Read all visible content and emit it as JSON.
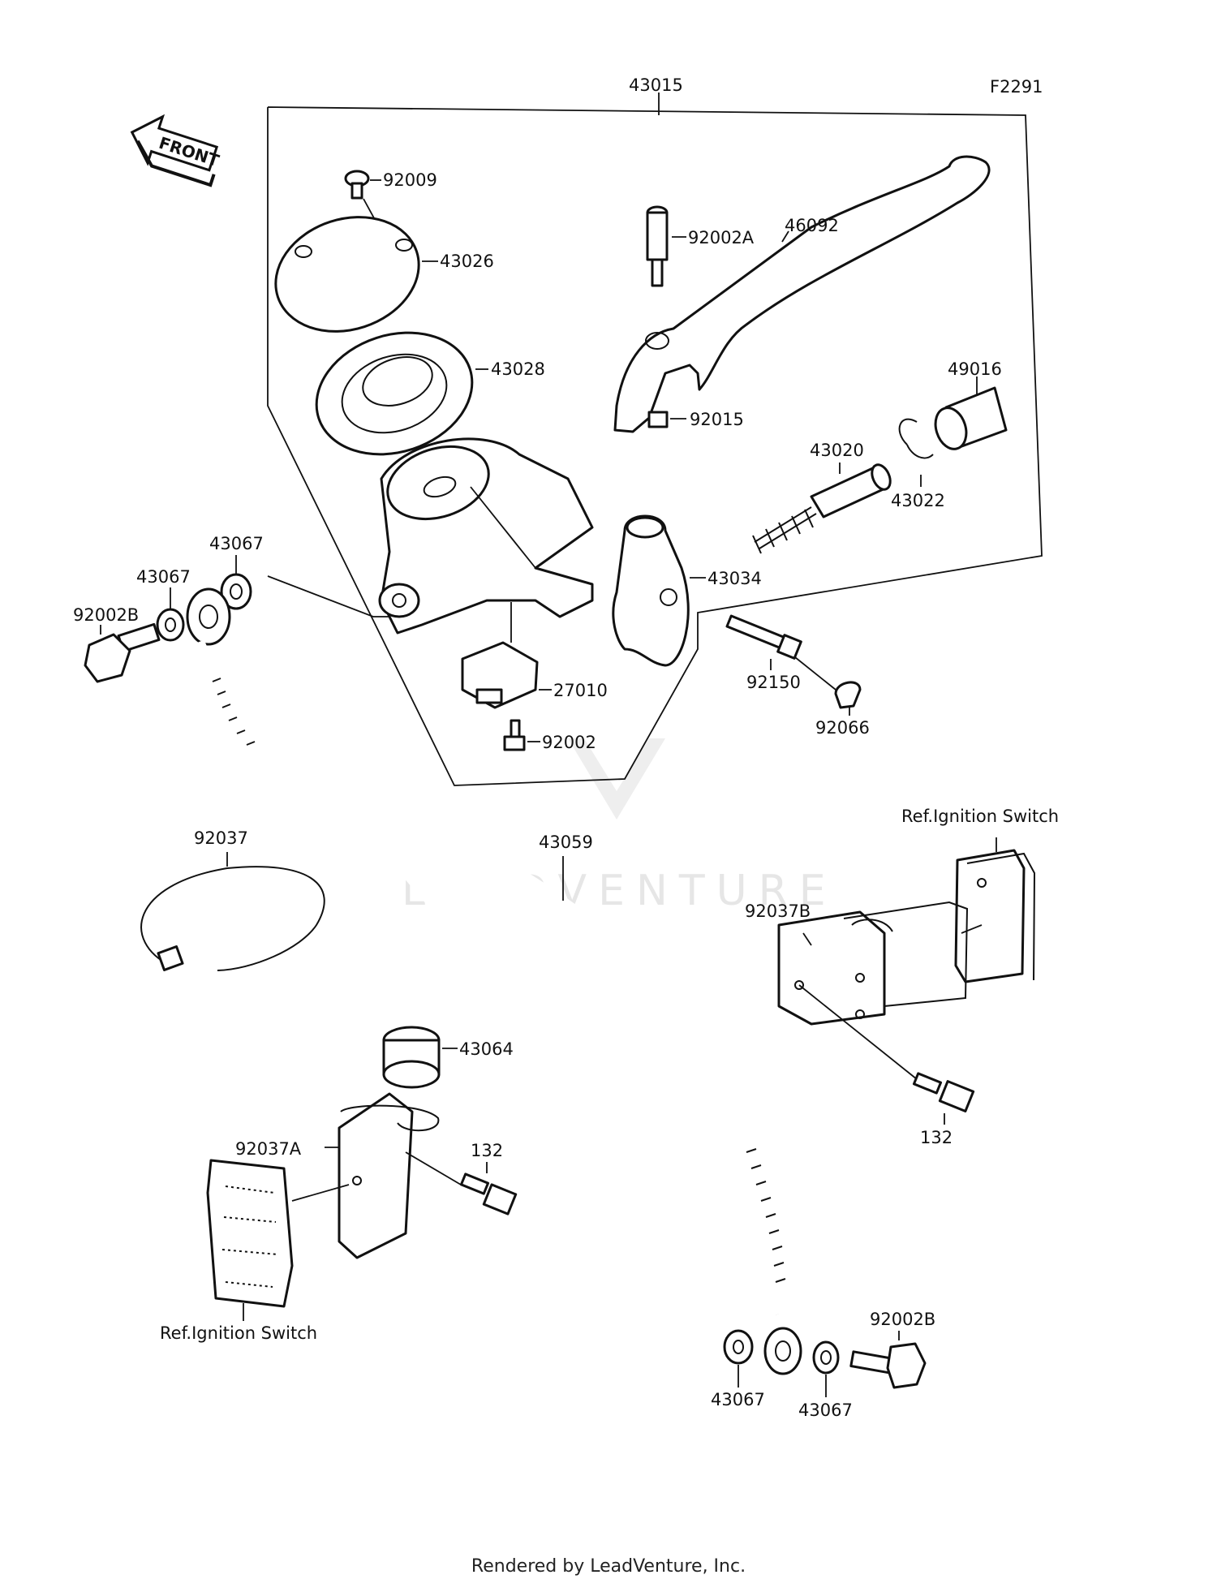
{
  "diagram": {
    "ref_code": "F2291",
    "front_label": "FRONT",
    "watermark": "LEADVENTURE",
    "labels": {
      "l43015": "43015",
      "l92009": "92009",
      "l43026": "43026",
      "l43028": "43028",
      "l92002A": "92002A",
      "l46092": "46092",
      "l92015": "92015",
      "l49016": "49016",
      "l43020": "43020",
      "l43022": "43022",
      "l43067_a": "43067",
      "l43067_b": "43067",
      "l92002B_a": "92002B",
      "l43034": "43034",
      "l27010": "27010",
      "l92150": "92150",
      "l92002": "92002",
      "l92066": "92066",
      "l92037": "92037",
      "l43059": "43059",
      "l92037B": "92037B",
      "l132_a": "132",
      "l43064": "43064",
      "l92037A": "92037A",
      "l132_b": "132",
      "l92002B_b": "92002B",
      "l43067_c": "43067",
      "l43067_d": "43067",
      "ref_ignition_a": "Ref.Ignition Switch",
      "ref_ignition_b": "Ref.Ignition Switch"
    }
  },
  "footer": {
    "text": "Rendered by LeadVenture, Inc."
  }
}
